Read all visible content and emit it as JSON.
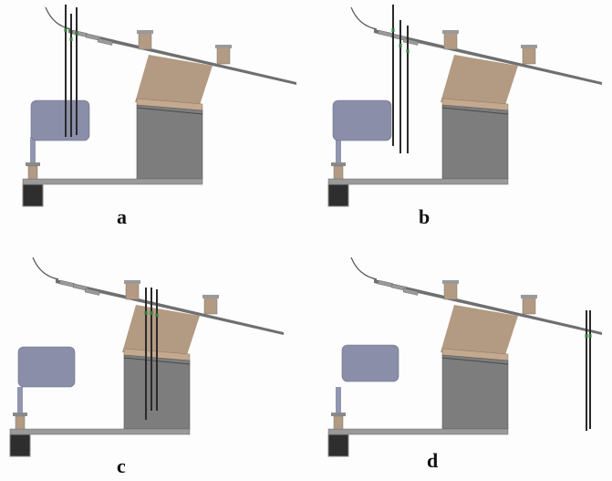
{
  "figure": {
    "panels": [
      {
        "id": "a",
        "label": "a",
        "rod_state": "raised-over-left-block"
      },
      {
        "id": "b",
        "label": "b",
        "rod_state": "lowered-beside-left-block"
      },
      {
        "id": "c",
        "label": "c",
        "rod_state": "over-center-support"
      },
      {
        "id": "d",
        "label": "d",
        "rod_state": "at-right-end-of-ramp"
      }
    ],
    "colors": {
      "ramp": "#6f6f6f",
      "bracket_tan": "#b39a82",
      "support_gray": "#7d7d7d",
      "plate_blue": "#8a8ea8",
      "base_bar": "#9a9a9a",
      "motor": "#2e2e2e",
      "rod": "#2a2a2a",
      "clip_green": "#2f7a3a"
    }
  }
}
